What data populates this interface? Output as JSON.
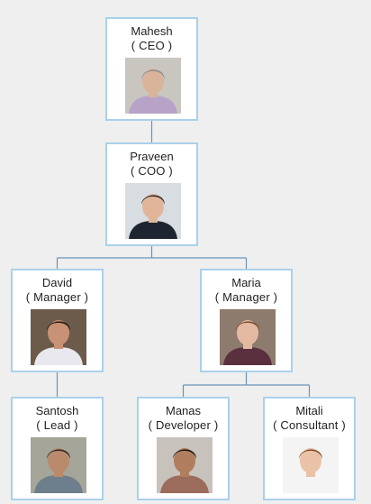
{
  "nodes": [
    {
      "id": "mahesh",
      "name": "Mahesh",
      "role": "( CEO )",
      "photo": "portrait-gray-hair-man",
      "bg": "#c9c6c0",
      "skin": "#d9b49a",
      "hair": "#8d8d8d",
      "shirt": "#b8a3c8"
    },
    {
      "id": "praveen",
      "name": "Praveen",
      "role": "( COO )",
      "photo": "portrait-man-in-suit",
      "bg": "#d7dde0",
      "skin": "#e1b59a",
      "hair": "#2e2a26",
      "shirt": "#1f2530"
    },
    {
      "id": "david",
      "name": "David",
      "role": "( Manager )",
      "photo": "portrait-smiling-man",
      "bg": "#6c5b4a",
      "skin": "#c89276",
      "hair": "#1c1612",
      "shirt": "#e8e8ee"
    },
    {
      "id": "maria",
      "name": "Maria",
      "role": "( Manager )",
      "photo": "portrait-woman-smiling",
      "bg": "#8d7b6e",
      "skin": "#e4b9a2",
      "hair": "#7a4b2f",
      "shirt": "#5a2f3e"
    },
    {
      "id": "santosh",
      "name": "Santosh",
      "role": "( Lead )",
      "photo": "portrait-man-checked-shirt",
      "bg": "#a6a59a",
      "skin": "#b98b6c",
      "hair": "#2a2420",
      "shirt": "#6d7f8c"
    },
    {
      "id": "manas",
      "name": "Manas",
      "role": "( Developer )",
      "photo": "portrait-man-glasses",
      "bg": "#c7c2bb",
      "skin": "#b07e5e",
      "hair": "#1a1612",
      "shirt": "#9b6b5c"
    },
    {
      "id": "mitali",
      "name": "Mitali",
      "role": "( Consultant )",
      "photo": "portrait-woman-profile",
      "bg": "#f4f4f4",
      "skin": "#e9c2a8",
      "hair": "#7d4f2e",
      "shirt": "#f4f4f4"
    }
  ],
  "links": [
    {
      "from": "mahesh",
      "to": "praveen"
    },
    {
      "from": "praveen",
      "to": "david"
    },
    {
      "from": "praveen",
      "to": "maria"
    },
    {
      "from": "david",
      "to": "santosh"
    },
    {
      "from": "maria",
      "to": "manas"
    },
    {
      "from": "maria",
      "to": "mitali"
    }
  ],
  "colors": {
    "border": "#a9d1ec",
    "connector": "#6b93b6",
    "background": "#efefef"
  }
}
